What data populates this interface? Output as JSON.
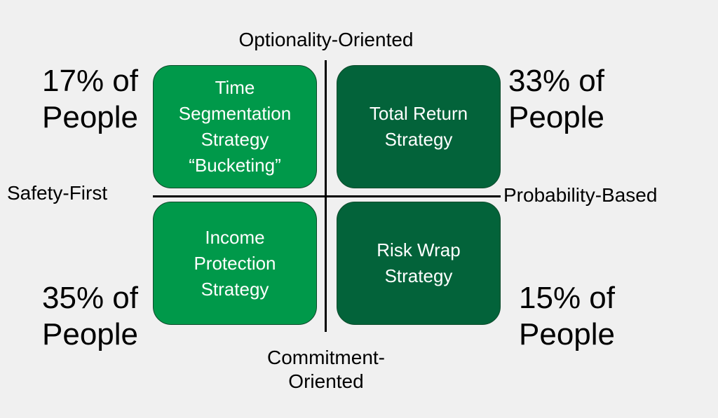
{
  "axes": {
    "top": "Optionality-Oriented",
    "left": "Safety-First",
    "right": "Probability-Based",
    "bottom": [
      "Commitment-",
      "Oriented"
    ]
  },
  "quadrants": {
    "top_left": {
      "lines": [
        "Time",
        "Segmentation",
        "Strategy",
        "“Bucketing”"
      ],
      "percent": [
        "17% of",
        "People"
      ],
      "color": "#00994a"
    },
    "top_right": {
      "lines": [
        "Total Return",
        "Strategy"
      ],
      "percent": [
        "33% of",
        "People"
      ],
      "color": "#03633a"
    },
    "bottom_left": {
      "lines": [
        "Income",
        "Protection",
        "Strategy"
      ],
      "percent": [
        "35% of",
        "People"
      ],
      "color": "#00994a"
    },
    "bottom_right": {
      "lines": [
        "Risk Wrap",
        "Strategy"
      ],
      "percent": [
        "15% of",
        "People"
      ],
      "color": "#03633a"
    }
  }
}
